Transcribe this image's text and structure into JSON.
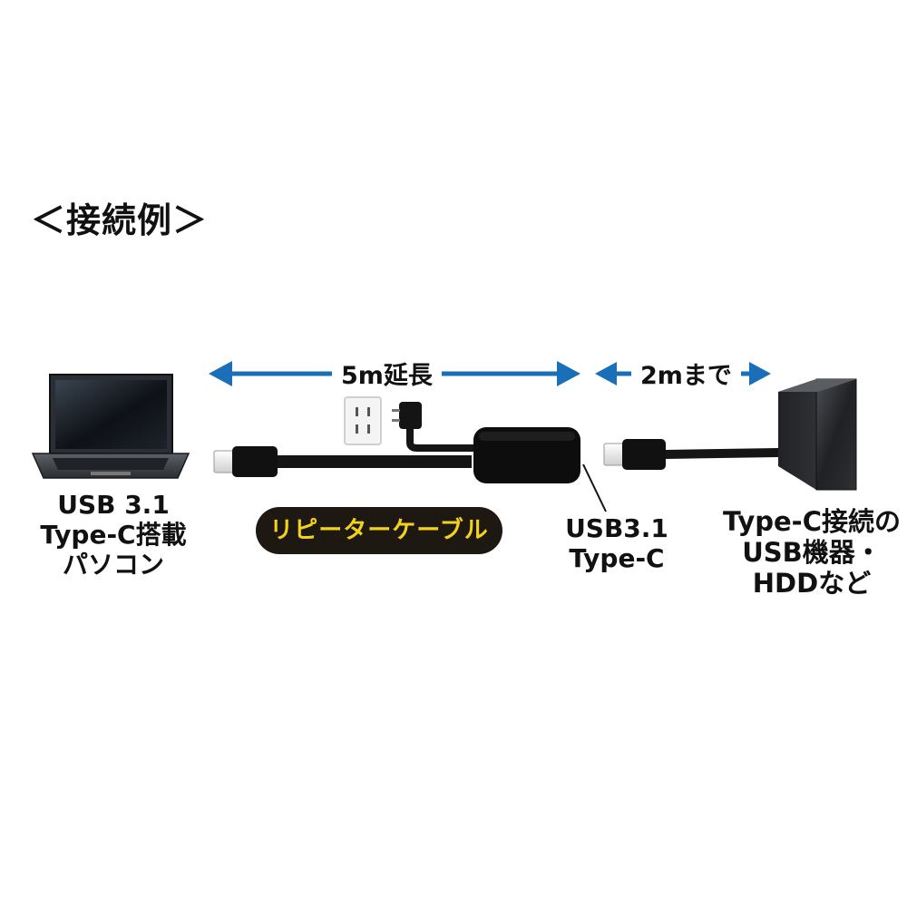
{
  "title": "＜接続例＞",
  "arrows": {
    "extension": "5m延長",
    "device_range": "2mまで"
  },
  "labels": {
    "pc": [
      "USB 3.1",
      "Type-C搭載",
      "パソコン"
    ],
    "cable": "リピーターケーブル",
    "port": [
      "USB3.1",
      "Type-C"
    ],
    "device": [
      "Type-C接続の",
      "USB機器・",
      "HDDなど"
    ]
  },
  "colors": {
    "arrow": "#1b6fb8",
    "pill_bg": "#1e1812",
    "pill_text": "#f3d21a"
  }
}
